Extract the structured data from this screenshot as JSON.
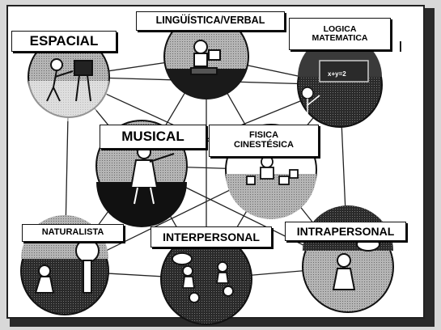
{
  "labels": {
    "espacial": "ESPACIAL",
    "linguistica": "LINGÜÍSTICA/VERBAL",
    "logica_line1": "LOGICA",
    "logica_line2": "MATEMATICA",
    "musical": "MUSICAL",
    "fisica_line1": "FISICA",
    "fisica_line2": "CINESTÉSICA",
    "naturalista": "NATURALISTA",
    "interpersonal": "INTERPERSONAL",
    "intrapersonal": "INTRAPERSONAL"
  },
  "scene_text": {
    "logica_board": "x+y=2"
  },
  "colors": {
    "circle_light": "#a8a8a8",
    "circle_dark": "#1a1a1a",
    "line": "#222222",
    "label_bg": "#ffffff"
  }
}
